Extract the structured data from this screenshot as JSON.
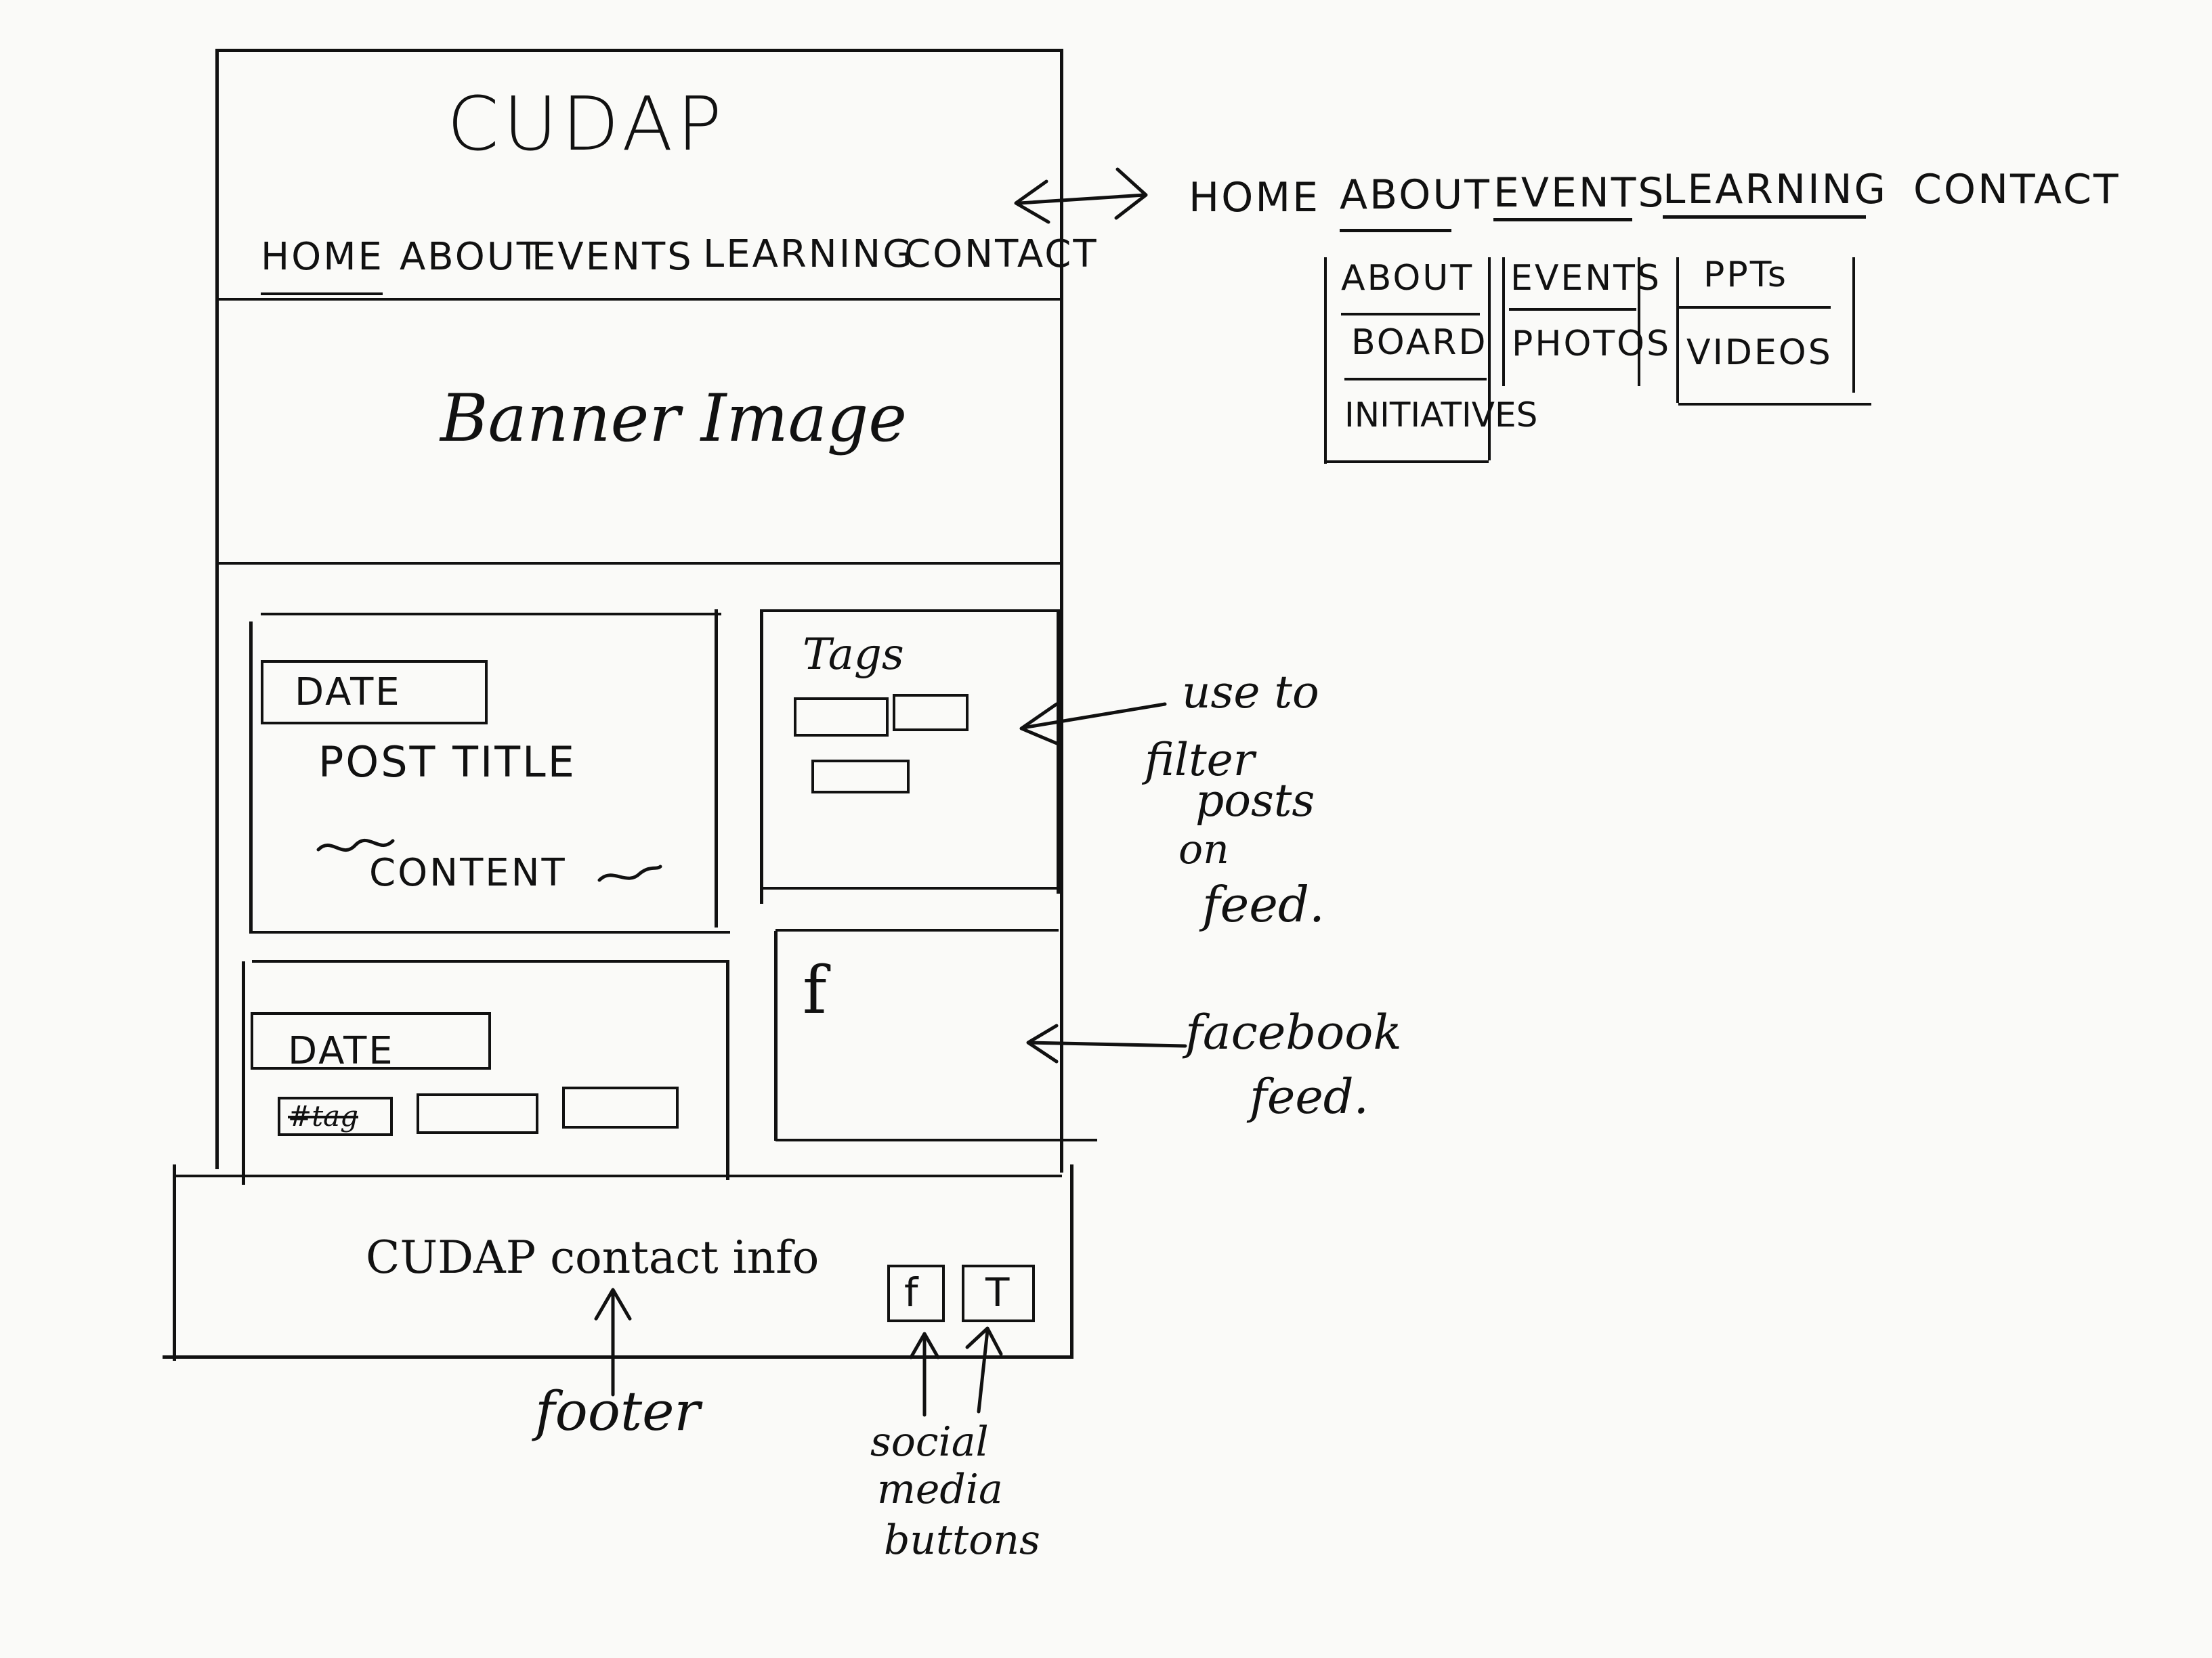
{
  "wireframe": {
    "site_title": "CUDAP",
    "nav": [
      "HOME",
      "ABOUT",
      "EVENTS",
      "LEARNING",
      "CONTACT"
    ],
    "banner": "Banner Image",
    "post1": {
      "date": "DATE",
      "title": "POST TITLE",
      "content": "CONTENT"
    },
    "post2": {
      "date": "DATE",
      "tag": "#tag"
    },
    "tags_title": "Tags",
    "facebook_icon": "f",
    "footer_text": "CUDAP contact info",
    "footer_social": [
      "f",
      "T"
    ]
  },
  "expanded_nav": {
    "items": [
      "HOME",
      "ABOUT",
      "EVENTS",
      "LEARNING",
      "CONTACT"
    ],
    "dropdown_about": [
      "ABOUT",
      "BOARD",
      "INITIATIVES"
    ],
    "dropdown_events": [
      "EVENTS",
      "PHOTOS"
    ],
    "dropdown_learning": [
      "PPTs",
      "VIDEOS"
    ]
  },
  "annotations": {
    "tags": "use to filter posts on feed.",
    "tags_lines": [
      "use to",
      "filter",
      "posts",
      "on",
      "feed."
    ],
    "facebook": "facebook feed.",
    "facebook_lines": [
      "facebook",
      "feed."
    ],
    "footer": "footer",
    "social": "social media buttons",
    "social_lines": [
      "social",
      "media",
      "buttons"
    ]
  },
  "colors": {
    "ink": "#111111",
    "paper": "#fafaf8"
  }
}
